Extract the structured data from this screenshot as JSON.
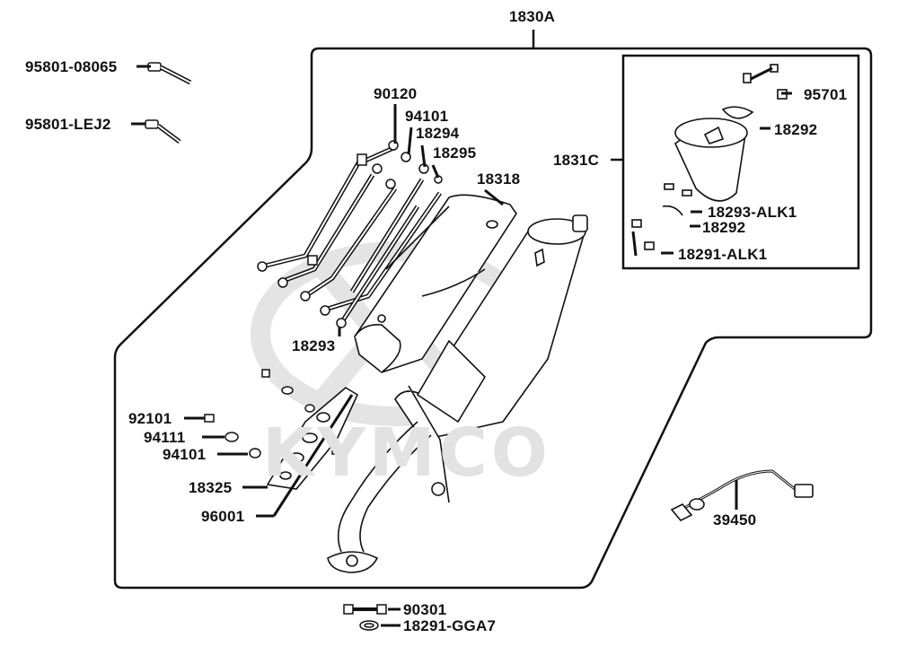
{
  "watermark": {
    "brand": "KYMCO"
  },
  "colors": {
    "ink": "#111111",
    "watermark": "#e4e4e4",
    "paper": "#ffffff"
  },
  "parts": [
    {
      "id": "p1830A",
      "label": "1830A"
    },
    {
      "id": "p95801_08065",
      "label": "95801-08065"
    },
    {
      "id": "p95801_LEJ2",
      "label": "95801-LEJ2"
    },
    {
      "id": "p90120",
      "label": "90120"
    },
    {
      "id": "p94101a",
      "label": "94101"
    },
    {
      "id": "p18294",
      "label": "18294"
    },
    {
      "id": "p18295",
      "label": "18295"
    },
    {
      "id": "p18318",
      "label": "18318"
    },
    {
      "id": "p1831C",
      "label": "1831C"
    },
    {
      "id": "p95701",
      "label": "95701"
    },
    {
      "id": "p18292a",
      "label": "18292"
    },
    {
      "id": "p18293_ALK1",
      "label": "18293-ALK1"
    },
    {
      "id": "p18292b",
      "label": "18292"
    },
    {
      "id": "p18291_ALK1",
      "label": "18291-ALK1"
    },
    {
      "id": "p18293",
      "label": "18293"
    },
    {
      "id": "p92101",
      "label": "92101"
    },
    {
      "id": "p94111",
      "label": "94111"
    },
    {
      "id": "p94101b",
      "label": "94101"
    },
    {
      "id": "p18325",
      "label": "18325"
    },
    {
      "id": "p96001",
      "label": "96001"
    },
    {
      "id": "p39450",
      "label": "39450"
    },
    {
      "id": "p90301",
      "label": "90301"
    },
    {
      "id": "p18291_GGA7",
      "label": "18291-GGA7"
    }
  ]
}
